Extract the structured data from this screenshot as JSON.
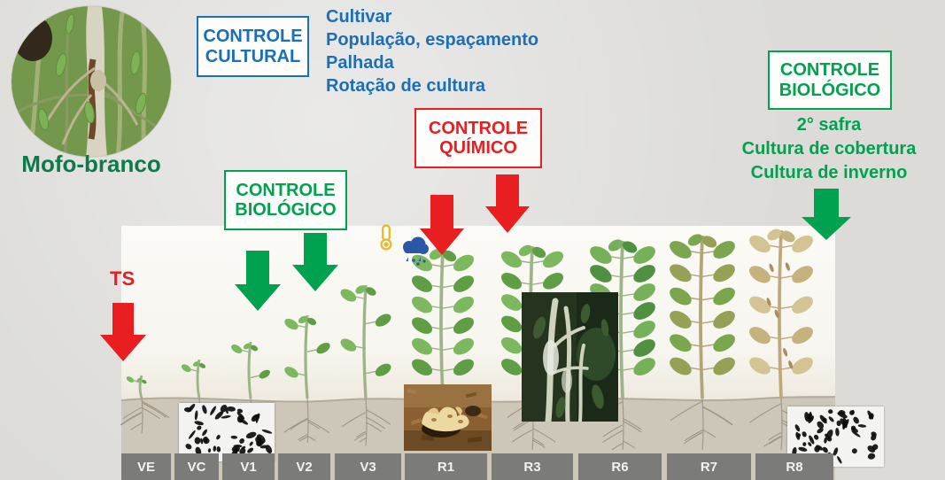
{
  "disease": {
    "label": "Mofo-branco",
    "photo": "mofo-branco-photo"
  },
  "boxes": {
    "cultural": {
      "line1": "CONTROLE",
      "line2": "CULTURAL"
    },
    "biologico_left": {
      "line1": "CONTROLE",
      "line2": "BIOLÓGICO"
    },
    "quimico": {
      "line1": "CONTROLE",
      "line2": "QUÍMICO"
    },
    "biologico_right": {
      "line1": "CONTROLE",
      "line2": "BIOLÓGICO"
    }
  },
  "cultural_items": [
    "Cultivar",
    "População, espaçamento",
    "Palhada",
    "Rotação de cultura"
  ],
  "biologico_right_items": [
    "2° safra",
    "Cultura de cobertura",
    "Cultura de inverno"
  ],
  "ts_label": "TS",
  "stages": [
    "VE",
    "VC",
    "V1",
    "V2",
    "V3",
    "R1",
    "R3",
    "R6",
    "R7",
    "R8"
  ],
  "icons": {
    "thermometer": "thermometer-icon",
    "rain_cloud": "rain-cloud-icon"
  },
  "images": {
    "sclerotia_left": "sclerotia-photo-1",
    "apothecia": "apothecia-photo",
    "diseased_stem": "diseased-plant-photo",
    "sclerotia_right": "sclerotia-photo-2"
  },
  "colors": {
    "blue": "#1b6fb5",
    "green": "#00a24f",
    "dark_green": "#0d7a4a",
    "red": "#e81e20",
    "bar_gray": "#7b7b79"
  }
}
